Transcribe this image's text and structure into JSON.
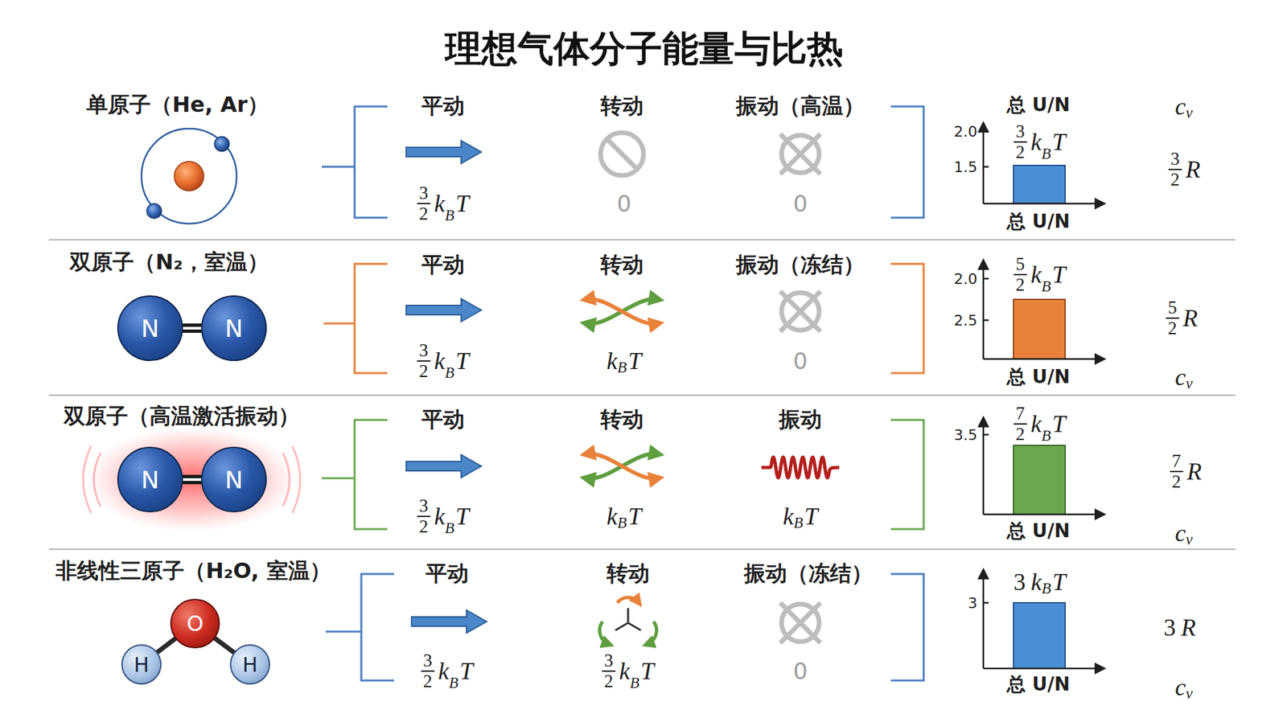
{
  "diagram": {
    "title": "理想气体分子能量与比热",
    "nodes": [
      {
        "text": [
          "N"
        ]
      },
      {
        "text": [
          "N"
        ]
      },
      {
        "text": [
          "N"
        ]
      },
      {
        "text": [
          "N"
        ]
      },
      {
        "text": [
          "O"
        ]
      },
      {
        "text": [
          "H"
        ]
      },
      {
        "text": [
          "H"
        ]
      }
    ],
    "edges": [
      {
        "from": 0,
        "to": 1,
        "arrow": "none"
      },
      {
        "from": 2,
        "to": 3,
        "arrow": "none"
      },
      {
        "from": 4,
        "to": 5,
        "arrow": "none"
      },
      {
        "from": 4,
        "to": 6,
        "arrow": "none"
      }
    ],
    "labels": [
      "单原子（He, Ar）",
      "平动",
      "转动",
      "振动（高温）",
      "3",
      "2",
      "k",
      "B",
      "T",
      "0",
      "0",
      "总 U/N",
      "2.0",
      "1.5",
      "3",
      "2",
      "k",
      "B",
      "T",
      "总 U/N",
      "c",
      "v",
      "3",
      "2",
      "R",
      "双原子（N₂，室温）",
      "平动",
      "转动",
      "振动（冻结）",
      "3",
      "2",
      "k",
      "B",
      "T",
      "k",
      "B",
      "T",
      "0",
      "2.0",
      "2.5",
      "5",
      "2",
      "k",
      "B",
      "T",
      "总 U/N",
      "5",
      "2",
      "R",
      "c",
      "v",
      "双原子（高温激活振动）",
      "平动",
      "转动",
      "振动",
      "3",
      "2",
      "k",
      "B",
      "T",
      "k",
      "B",
      "T",
      "k",
      "B",
      "T",
      "3.5",
      "7",
      "2",
      "k",
      "B",
      "T",
      "总 U/N",
      "7",
      "2",
      "R",
      "c",
      "v",
      "非线性三原子（H₂O, 室温）",
      "平动",
      "转动",
      "振动（冻结）",
      "3",
      "2",
      "k",
      "B",
      "T",
      "3",
      "2",
      "k",
      "B",
      "T",
      "0",
      "3",
      "3",
      "k",
      "B",
      "T",
      "总 U/N",
      "3",
      "R",
      "c",
      "v"
    ]
  }
}
